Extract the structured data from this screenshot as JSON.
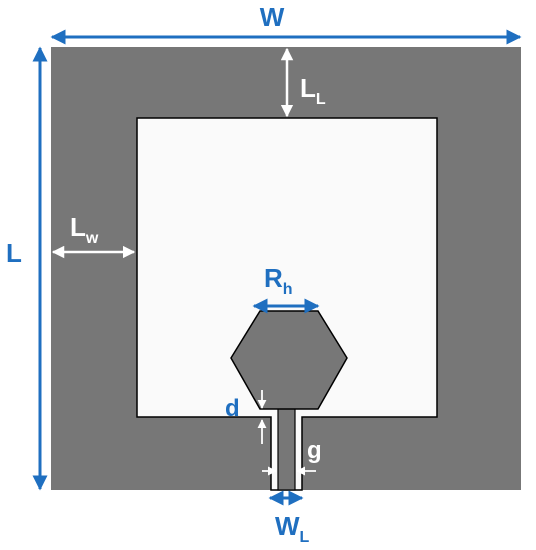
{
  "colors": {
    "background": "#ffffff",
    "substrate": "#777777",
    "slot": "#fafafa",
    "patch": "#777777",
    "outline": "#000000",
    "blue_dim": "#1f6fc0",
    "white_dim": "#ffffff",
    "black_dim": "#000000"
  },
  "labels": {
    "W": "W",
    "L": "L",
    "L_L_main": "L",
    "L_L_sub": "L",
    "L_w_main": "L",
    "L_w_sub": "w",
    "R_h_main": "R",
    "R_h_sub": "h",
    "d": "d",
    "g": "g",
    "W_L_main": "W",
    "W_L_sub": "L"
  }
}
